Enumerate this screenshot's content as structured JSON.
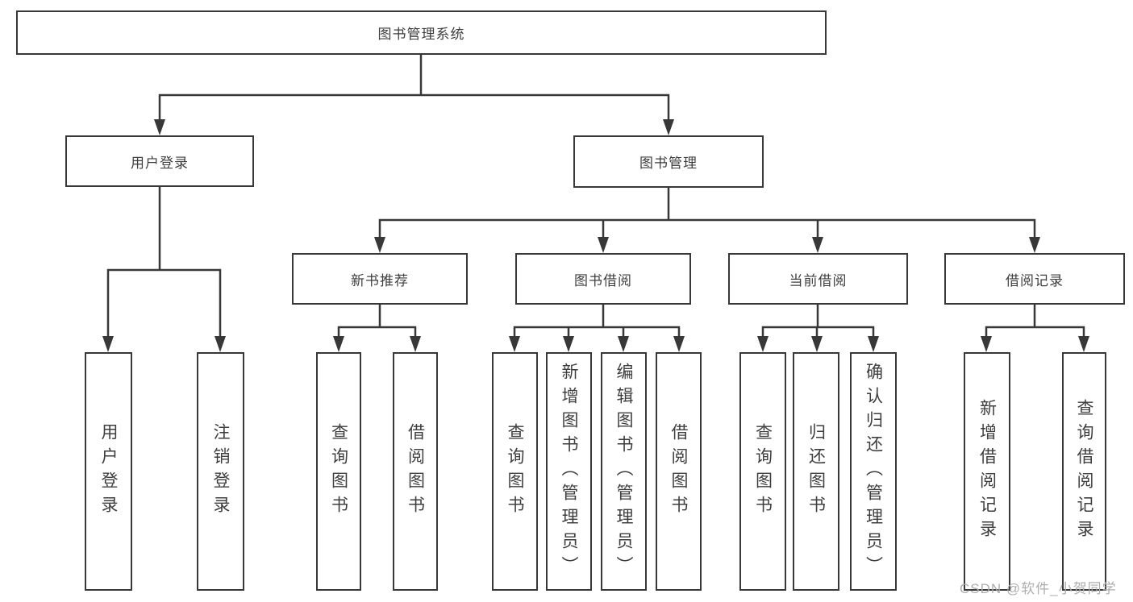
{
  "diagram": {
    "root": {
      "label": "图书管理系统"
    },
    "level2": [
      {
        "id": "user-login",
        "label": "用户登录"
      },
      {
        "id": "book-management",
        "label": "图书管理"
      }
    ],
    "level3": [
      {
        "id": "new-book-recommend",
        "label": "新书推荐"
      },
      {
        "id": "book-borrow",
        "label": "图书借阅"
      },
      {
        "id": "current-borrow",
        "label": "当前借阅"
      },
      {
        "id": "borrow-records",
        "label": "借阅记录"
      }
    ],
    "leaves": {
      "user_login": [
        "用户登录",
        "注销登录"
      ],
      "new_book_recommend": [
        "查询图书",
        "借阅图书"
      ],
      "book_borrow": [
        "查询图书",
        "新增图书（管理员）",
        "编辑图书（管理员）",
        "借阅图书"
      ],
      "current_borrow": [
        "查询图书",
        "归还图书",
        "确认归还（管理员）"
      ],
      "borrow_records": [
        "新增借阅记录",
        "查询借阅记录"
      ]
    }
  },
  "watermark": "CSDN @软件_小贺同学",
  "colors": {
    "line": "#383838",
    "text": "#3e3e3e",
    "watermark": "#adadad",
    "background": "#ffffff"
  }
}
